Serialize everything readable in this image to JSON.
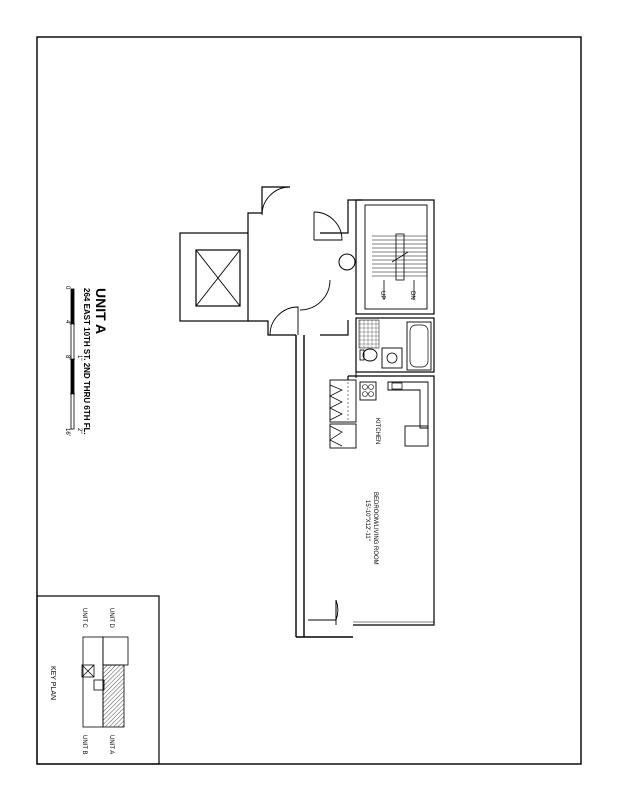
{
  "title_block": {
    "unit": "UNIT A",
    "address": "264 EAST 10TH ST. 2ND THRU 6TH FL."
  },
  "scale_bar": {
    "ticks": [
      "0",
      "4'",
      "8'",
      "16'"
    ],
    "ticks_metric": [
      "1\"",
      "2\""
    ]
  },
  "rooms": {
    "kitchen": "KITCHEN",
    "living_name": "BEDROOM/LIVING ROOM",
    "living_size": "15'-10\"X12'-11\""
  },
  "stairs": {
    "up": "UP",
    "down": "DN"
  },
  "key_plan": {
    "title": "KEY PLAN",
    "labels": [
      "UNIT D",
      "UNIT C",
      "UNIT A",
      "UNIT B"
    ]
  }
}
